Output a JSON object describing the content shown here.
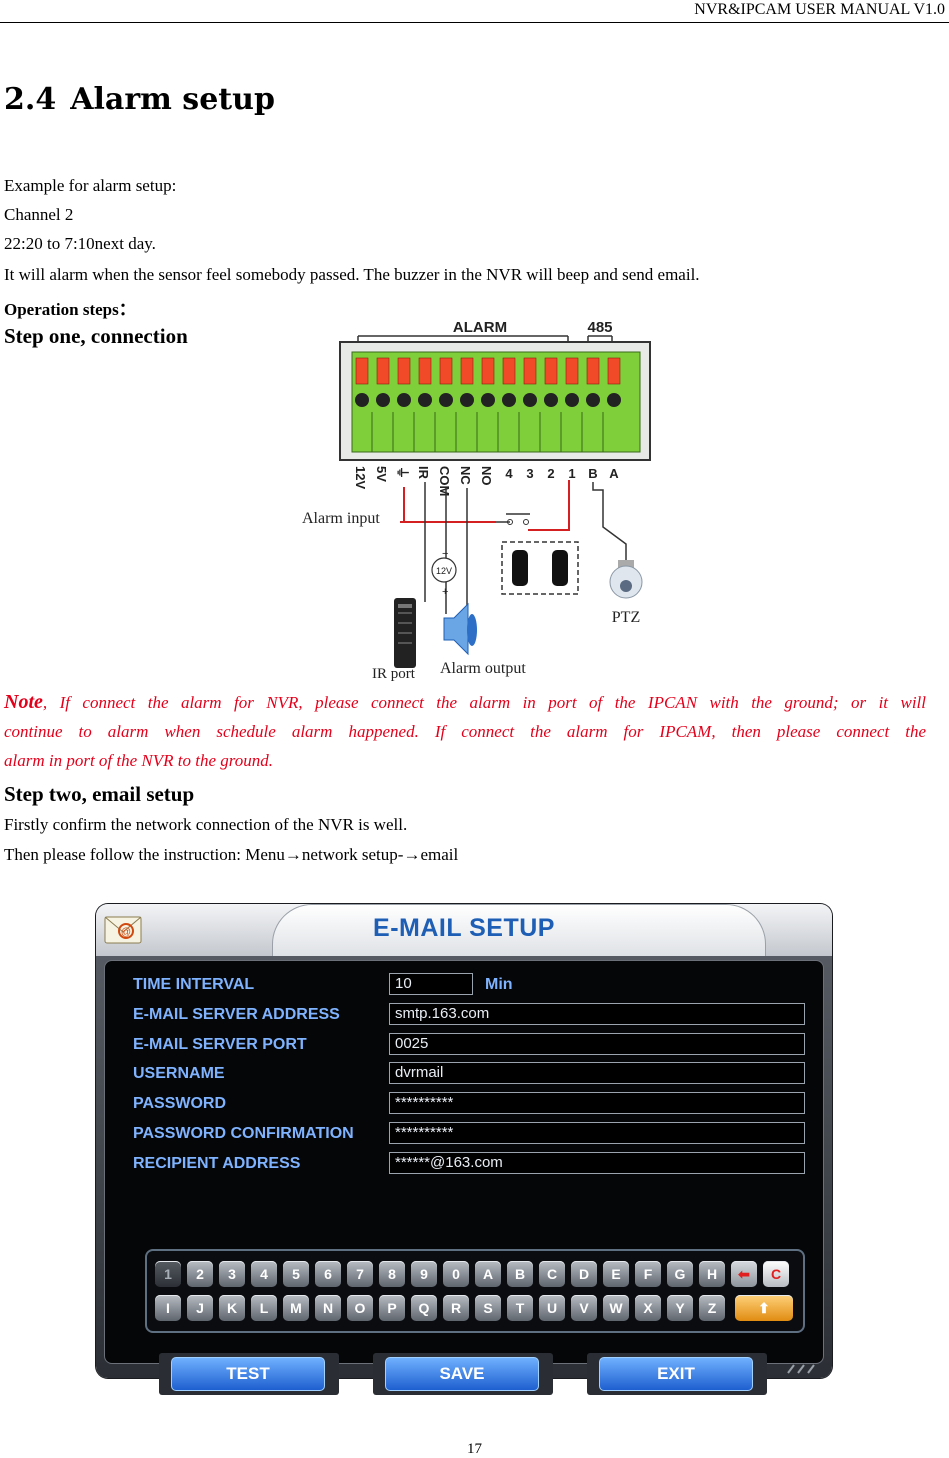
{
  "header": {
    "title": "NVR&IPCAM USER MANUAL V1.0"
  },
  "section": {
    "number": "2.4",
    "title": "Alarm setup"
  },
  "example": {
    "line1": "Example for alarm setup:",
    "line2": "Channel 2",
    "line3": "22:20 to 7:10next day.",
    "line4": "It will alarm when the sensor feel somebody passed. The buzzer in the NVR will beep and send email."
  },
  "operation_steps": "Operation steps：",
  "step_one": "Step one, connection",
  "diagram": {
    "alarm_label": "ALARM",
    "port485_label": "485",
    "pins": [
      "12V",
      "5V",
      "⏚",
      "IR",
      "COM",
      "NC",
      "NO",
      "4",
      "3",
      "2",
      "1",
      "B",
      "A"
    ],
    "alarm_input": "Alarm input",
    "voltage": "12V",
    "minus": "−",
    "plus": "+",
    "ptz": "PTZ",
    "ir_port": "IR port",
    "alarm_output": "Alarm output"
  },
  "note": {
    "lead": "Note",
    "line1": ", If connect the alarm for NVR, please connect the alarm in port of the IPCAN with the ground; or it will",
    "line2": "continue to alarm when schedule alarm happened. If connect the alarm for IPCAM, then please connect the",
    "line3": "alarm in port of the NVR to the ground."
  },
  "step_two": "Step two, email setup",
  "firstly": "Firstly confirm the network connection of the NVR is well.",
  "then": {
    "prefix": "Then please follow the instruction: Menu",
    "arrow": "→",
    "middle": "network setup-",
    "suffix": "email"
  },
  "email_panel": {
    "title": "E-MAIL SETUP",
    "labels": {
      "time_interval": "TIME INTERVAL",
      "server_address": "E-MAIL SERVER ADDRESS",
      "server_port": "E-MAIL SERVER PORT",
      "username": "USERNAME",
      "password": "PASSWORD",
      "password_confirm": "PASSWORD CONFIRMATION",
      "recipient": "RECIPIENT ADDRESS"
    },
    "values": {
      "time_interval": "10",
      "time_unit": "Min",
      "server_address": "smtp.163.com",
      "server_port": "0025",
      "username": "dvrmail",
      "password": "**********",
      "password_confirm": "**********",
      "recipient": "******@163.com"
    },
    "keyboard": {
      "row1": [
        "1",
        "2",
        "3",
        "4",
        "5",
        "6",
        "7",
        "8",
        "9",
        "0",
        "A",
        "B",
        "C",
        "D",
        "E",
        "F",
        "G",
        "H"
      ],
      "row2": [
        "I",
        "J",
        "K",
        "L",
        "M",
        "N",
        "O",
        "P",
        "Q",
        "R",
        "S",
        "T",
        "U",
        "V",
        "W",
        "X",
        "Y",
        "Z"
      ],
      "backspace": "⬅",
      "clear": "C",
      "shift": "⬆"
    },
    "buttons": {
      "test": "TEST",
      "save": "SAVE",
      "exit": "EXIT"
    }
  },
  "page_number": "17"
}
